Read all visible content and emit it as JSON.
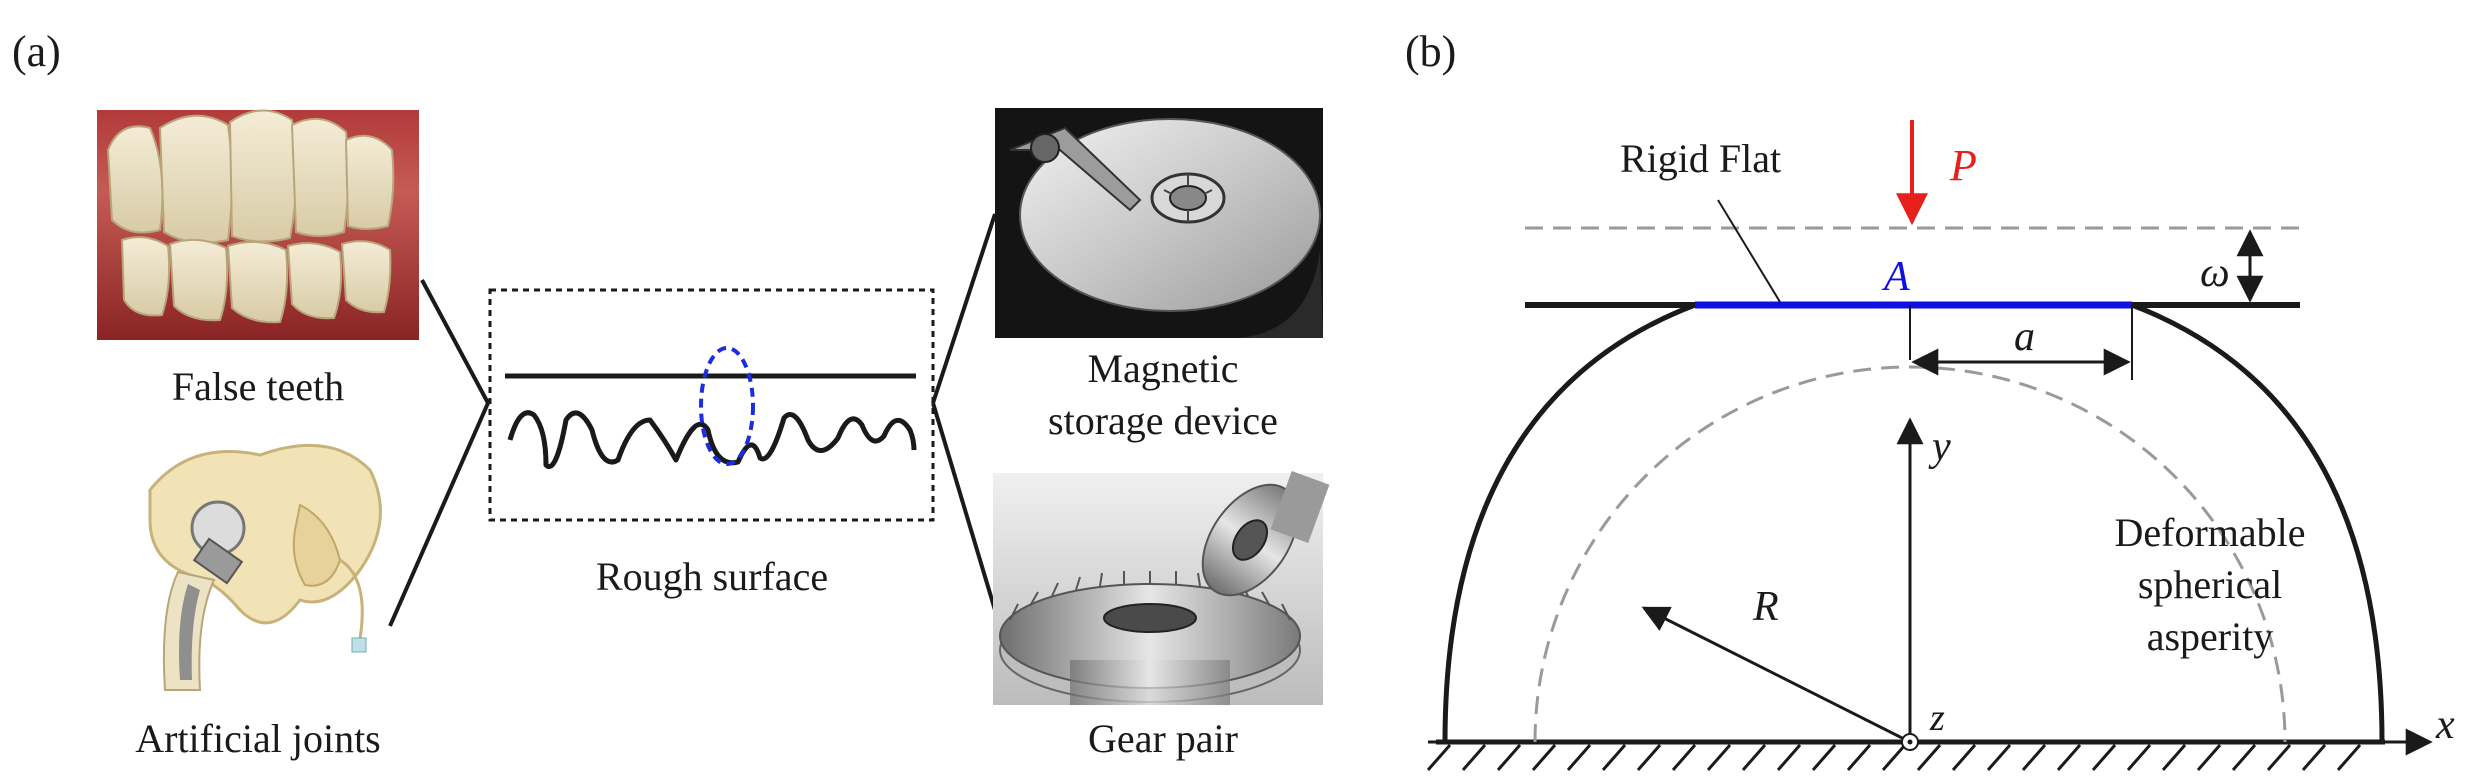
{
  "panel_a": {
    "label": "(a)",
    "false_teeth": "False teeth",
    "artificial_joints": "Artificial joints",
    "rough_surface": "Rough surface",
    "magnetic_line1": "Magnetic",
    "magnetic_line2": "storage device",
    "gear_pair": "Gear pair"
  },
  "panel_b": {
    "label": "(b)",
    "rigid_flat": "Rigid Flat",
    "load": "P",
    "contact_area": "A",
    "interference": "ω",
    "radius_contact": "a",
    "axis_y": "y",
    "axis_x": "x",
    "axis_z": "z",
    "sphere_radius": "R",
    "asperity_line1": "Deformable",
    "asperity_line2": "spherical",
    "asperity_line3": "asperity"
  },
  "colors": {
    "load_arrow": "#e8201c",
    "contact_line": "#1010e0",
    "dashed_ellipse": "#1a2ee0",
    "ink": "#1a1a1a",
    "dashed_gray": "#9a9a9a"
  }
}
